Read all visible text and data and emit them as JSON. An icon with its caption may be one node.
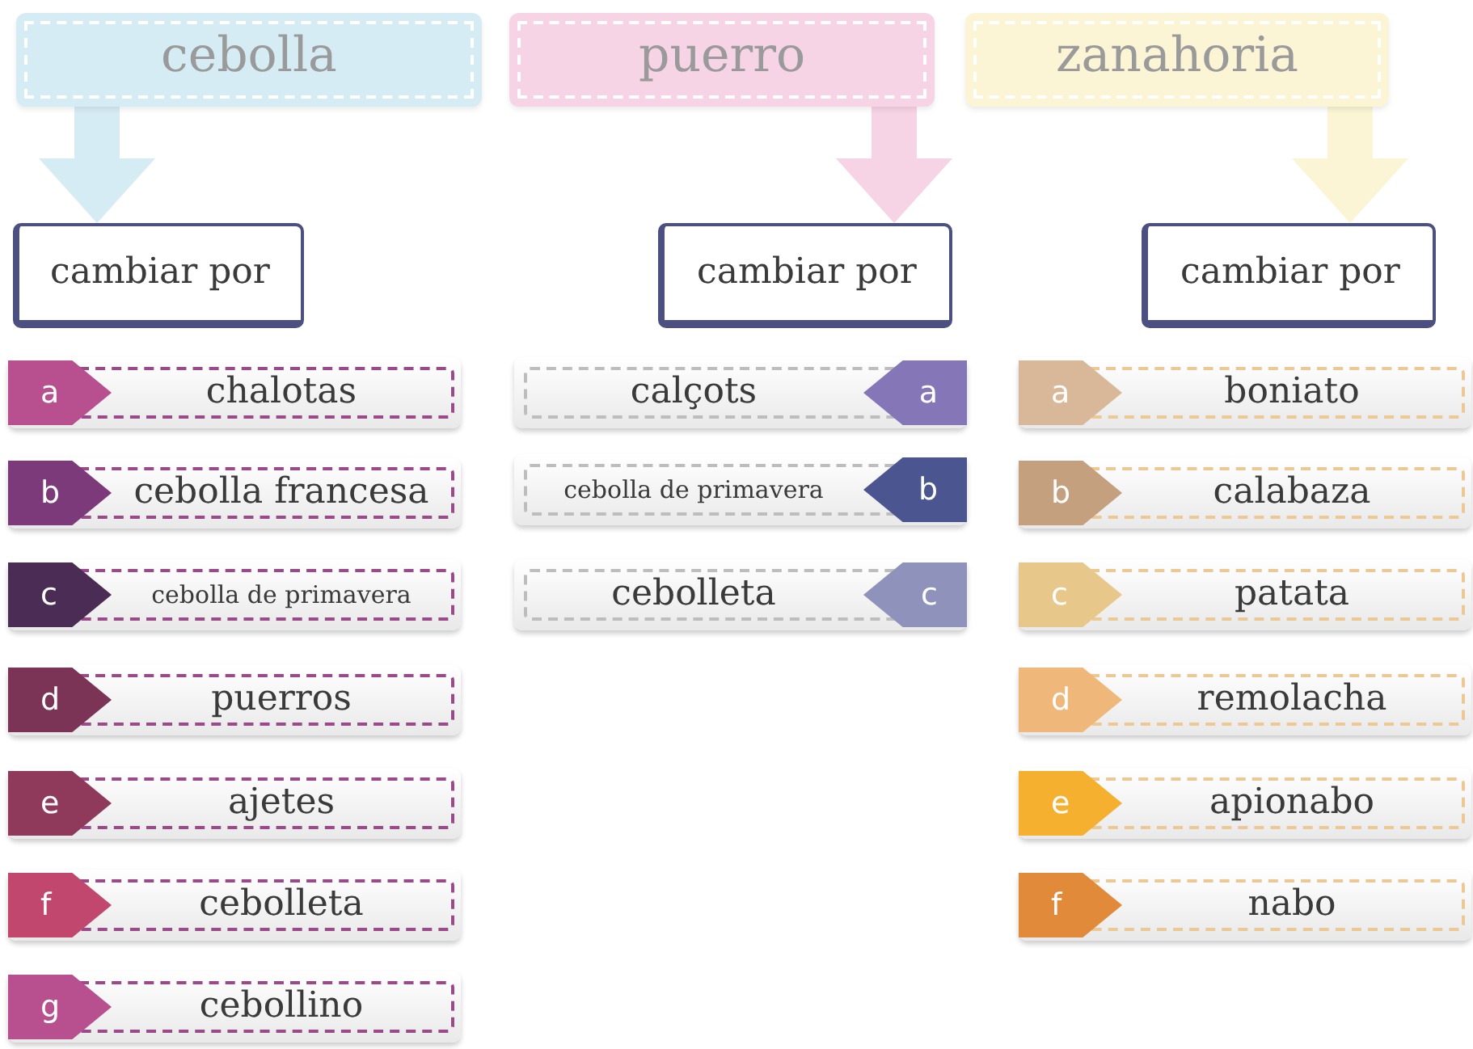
{
  "diagram": {
    "nodes": [
      {
        "text": [
          "cebolla"
        ]
      },
      {
        "text": [
          "puerro"
        ]
      },
      {
        "text": [
          "zanahoria"
        ]
      },
      {
        "text": [
          "cambiar por"
        ]
      },
      {
        "text": [
          "cambiar por"
        ]
      },
      {
        "text": [
          "cambiar por"
        ]
      },
      {
        "text": [
          "a",
          "chalotas"
        ]
      },
      {
        "text": [
          "b",
          "cebolla francesa"
        ]
      },
      {
        "text": [
          "c",
          "cebolla de primavera"
        ]
      },
      {
        "text": [
          "d",
          "puerros"
        ]
      },
      {
        "text": [
          "e",
          "ajetes"
        ]
      },
      {
        "text": [
          "f",
          "cebolleta"
        ]
      },
      {
        "text": [
          "g",
          "cebollino"
        ]
      },
      {
        "text": [
          "calçots",
          "a"
        ]
      },
      {
        "text": [
          "cebolla de primavera",
          "b"
        ]
      },
      {
        "text": [
          "cebolleta",
          "c"
        ]
      },
      {
        "text": [
          "a",
          "boniato"
        ]
      },
      {
        "text": [
          "b",
          "calabaza"
        ]
      },
      {
        "text": [
          "c",
          "patata"
        ]
      },
      {
        "text": [
          "d",
          "remolacha"
        ]
      },
      {
        "text": [
          "e",
          "apionabo"
        ]
      },
      {
        "text": [
          "f",
          "nabo"
        ]
      }
    ],
    "edges": [
      {
        "from": 0,
        "to": 3,
        "arrow": "to"
      },
      {
        "from": 1,
        "to": 4,
        "arrow": "to"
      },
      {
        "from": 2,
        "to": 5,
        "arrow": "to"
      }
    ]
  }
}
